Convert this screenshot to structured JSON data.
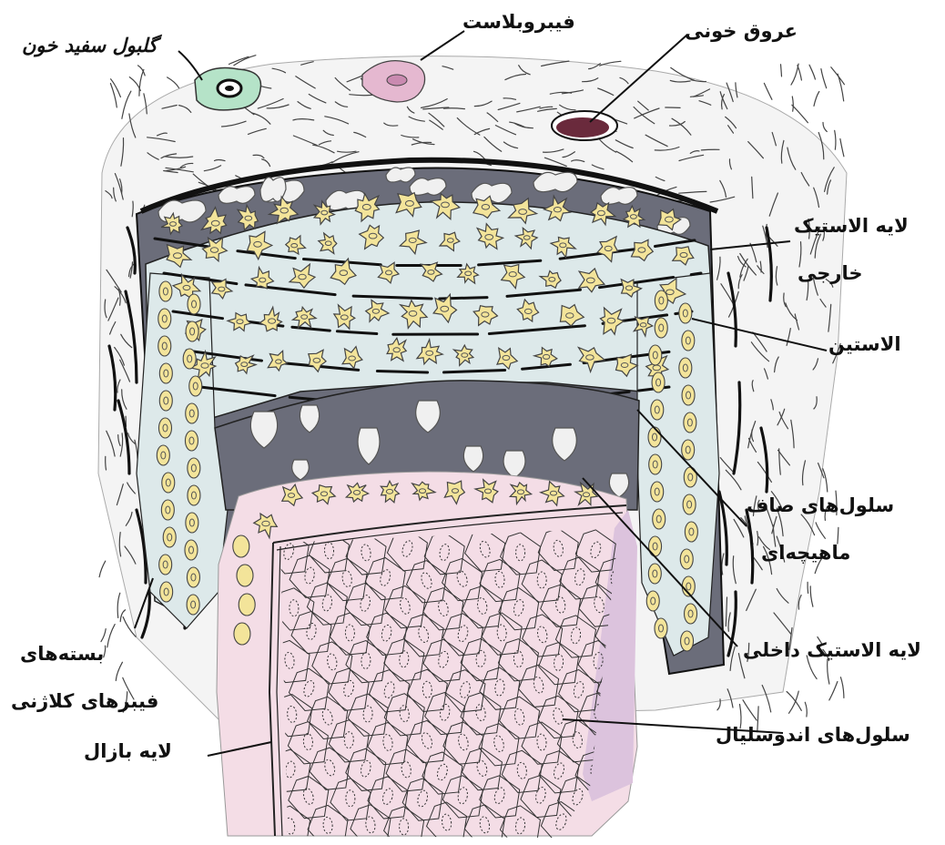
{
  "labels": {
    "white_blood_cell": "گلبول سفید خون",
    "fibroblast": "فیبروبلاست",
    "blood_vessels": "عروق خونی",
    "external_elastic_1": "لایه الاستیک",
    "external_elastic_2": "خارجی",
    "elastin": "الاستین",
    "smooth_muscle_1": "سلول‌های صاف",
    "smooth_muscle_2": "ماهیچه‌ای",
    "internal_elastic": "لایه الاستیک داخلی",
    "collagen_1": "بسته‌های",
    "collagen_2": "فیبرهای کلاژنی",
    "basal_layer": "لایه بازال",
    "endothelial": "سلول‌های اندوسلیال"
  },
  "colors": {
    "elastic_layer": "#6b6d7a",
    "muscle_band": "#dde9ea",
    "muscle_cell": "#f3e49a",
    "endothelium": "#f4dde6",
    "basal_purple": "#dcc3dd",
    "wbc": "#b5e3c8",
    "fibroblast": "#e5b8d0",
    "vessel": "#6a2a3c"
  }
}
